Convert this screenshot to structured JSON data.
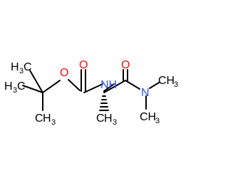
{
  "molecule": {
    "atoms": {
      "o_ester": "O",
      "o_carbamate": "O",
      "n_amide": "NH",
      "o_amide": "O",
      "n_dimethyl": "N",
      "methyl_left_top": {
        "h": "H",
        "n": "3",
        "c": "C"
      },
      "methyl_left_mid": {
        "h": "H",
        "n": "3",
        "c": "C"
      },
      "methyl_left_bottom": {
        "c": "C",
        "h": "H",
        "n": "3"
      },
      "methyl_alpha": {
        "c": "C",
        "h": "H",
        "n": "3"
      },
      "methyl_n_top": {
        "c": "CH",
        "n": "3"
      },
      "methyl_n_bottom": {
        "c": "CH",
        "n": "3"
      }
    },
    "colors": {
      "carbon": "#000000",
      "oxygen": "#ff0d0d",
      "nitrogen": "#3050f8"
    }
  }
}
